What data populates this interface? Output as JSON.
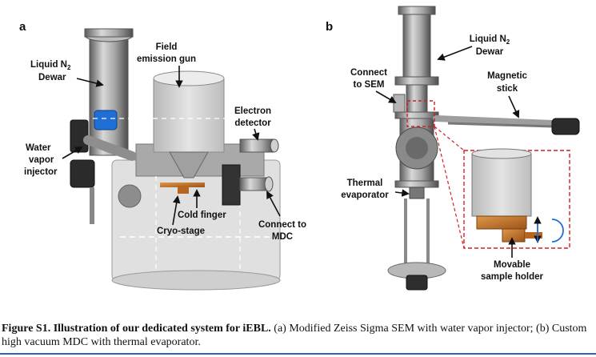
{
  "figure": {
    "panel_a": {
      "tag": "a",
      "labels": {
        "dewar_1": "Liquid N",
        "dewar_sub": "2",
        "dewar_2": "Dewar",
        "feg_1": "Field",
        "feg_2": "emission gun",
        "detector_1": "Electron",
        "detector_2": "detector",
        "water_1": "Water",
        "water_2": "vapor",
        "water_3": "injector",
        "cold_finger": "Cold finger",
        "cryo_stage": "Cryo-stage",
        "mdc_1": "Connect to",
        "mdc_2": "MDC"
      }
    },
    "panel_b": {
      "tag": "b",
      "labels": {
        "dewar_1": "Liquid N",
        "dewar_sub": "2",
        "dewar_2": "Dewar",
        "sem_1": "Connect",
        "sem_2": "to SEM",
        "stick_1": "Magnetic",
        "stick_2": "stick",
        "evap_1": "Thermal",
        "evap_2": "evaporator",
        "holder_1": "Movable",
        "holder_2": "sample holder"
      }
    }
  },
  "caption": {
    "bold": "Figure S1. Illustration of our dedicated system for iEBL.",
    "text": " (a) Modified Zeiss Sigma SEM with water vapor injector; (b) Custom high vacuum MDC with thermal evaporator."
  },
  "colors": {
    "metal": "#9a9a9a",
    "transparent_chamber": "#cfcfcf",
    "valve_blue": "#1f6fd6",
    "copper": "#c97a2a",
    "dashed_red": "#d21f1f",
    "caption_rule": "#2d5fb4"
  }
}
